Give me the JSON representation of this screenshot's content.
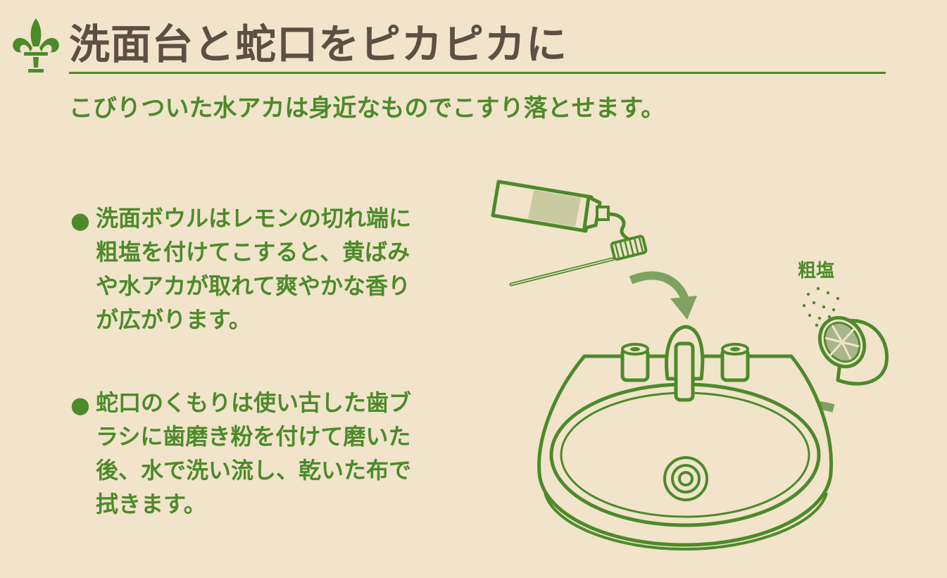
{
  "header": {
    "logo_icon": "fleur-de-lis-icon",
    "title": "洗面台と蛇口をピカピカに",
    "subtitle": "こびりついた水アカは身近なものでこすり落とせます。"
  },
  "tips": [
    {
      "bullet": "●",
      "text": "洗面ボウルはレモンの切れ端に\n粗塩を付けてこすると、黄ばみ\nや水アカが取れて爽やかな香り\nが広がります。"
    },
    {
      "bullet": "●",
      "text": "蛇口のくもりは使い古した歯ブ\nラシに歯磨き粉を付けて磨いた\n後、水で洗い流し、乾いた布で\n拭きます。"
    }
  ],
  "illustration": {
    "salt_label": "粗塩",
    "icons": [
      "toothpaste-icon",
      "toothbrush-icon",
      "arrow-icon",
      "sink-icon",
      "faucet-icon",
      "lemon-icon",
      "salt-grains-icon"
    ]
  },
  "colors": {
    "background": "#f1e4cb",
    "green": "#4d8a2a",
    "title": "#5c4f43",
    "arrow": "#7ea260"
  }
}
